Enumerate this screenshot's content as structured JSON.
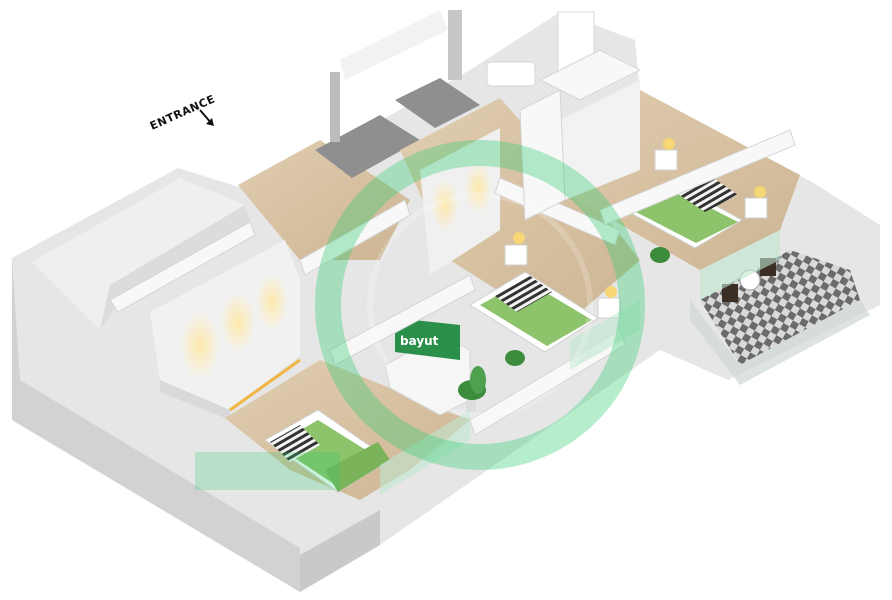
{
  "labels": {
    "entrance": "ENTRANCE",
    "tv_brand": "bayut"
  },
  "icons": {
    "entrance_arrow": "arrow-down-right-icon",
    "watermark": "bayut-ring-logo"
  },
  "colors": {
    "wall": "#e9e9e9",
    "wall_top": "#f7f7f7",
    "floor_wood": "#d8c2a3",
    "floor_tile": "#8b8b8b",
    "bed_green": "#8cc36b",
    "accent_green": "#28b463",
    "watermark": "#2ecc71",
    "checker_dark": "#6b6b6b",
    "checker_light": "#d9d9d9"
  }
}
